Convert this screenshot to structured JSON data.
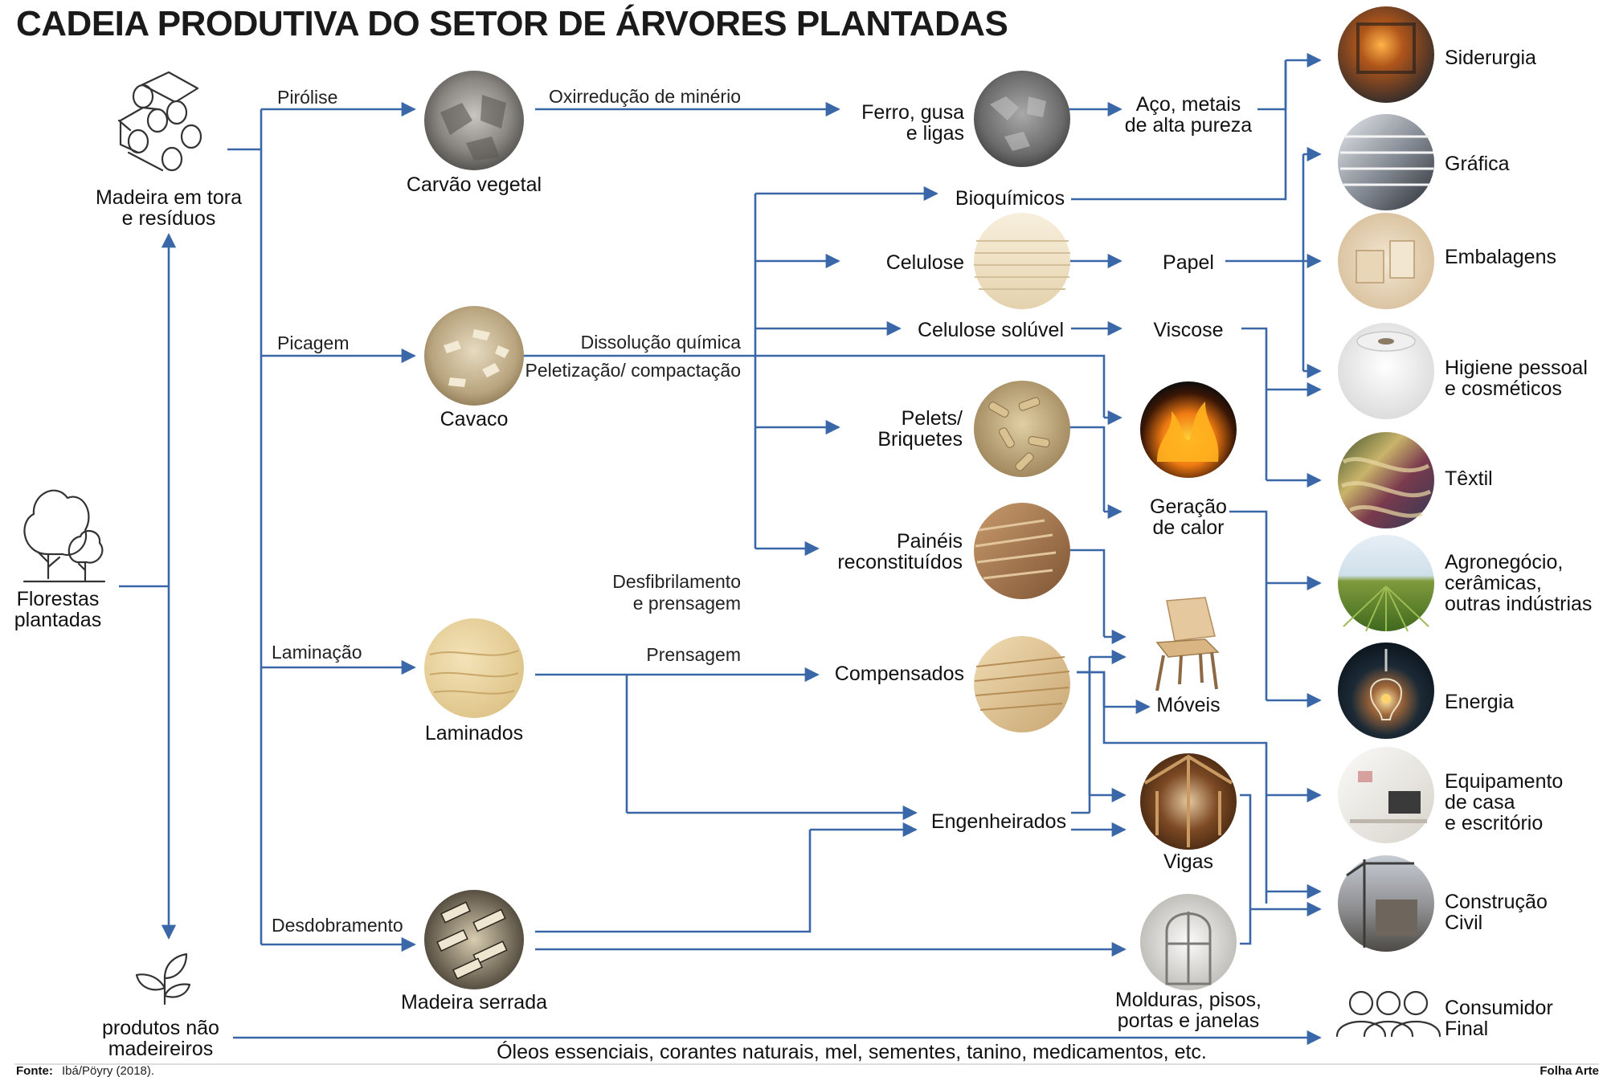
{
  "title": "CADEIA PRODUTIVA DO SETOR DE ÁRVORES PLANTADAS",
  "colors": {
    "arrow": "#3a67a8",
    "text": "#111111"
  },
  "sources": {
    "florestas": [
      "Florestas",
      "plantadas"
    ],
    "madeira": [
      "Madeira em tora",
      "e resíduos"
    ],
    "nao_madeireiros": [
      "produtos não",
      "madeireiros"
    ]
  },
  "processes": {
    "pirolise": "Pirólise",
    "picagem": "Picagem",
    "laminacao": "Laminação",
    "desdobramento": "Desdobramento",
    "oxirreducao": "Oxirredução de minério",
    "dissolucao": "Dissolução química",
    "peletizacao": "Peletização/ compactação",
    "desfibrilamento": [
      "Desfibrilamento",
      "e prensagem"
    ],
    "prensagem": "Prensagem"
  },
  "materials": {
    "carvao": "Carvão vegetal",
    "cavaco": "Cavaco",
    "laminados": "Laminados",
    "madeira_serrada": "Madeira serrada"
  },
  "products": {
    "ferro": [
      "Ferro, gusa",
      "e ligas"
    ],
    "aco": [
      "Aço, metais",
      "de alta pureza"
    ],
    "bioquimicos": "Bioquímicos",
    "celulose": "Celulose",
    "papel": "Papel",
    "celulose_soluvel": "Celulose solúvel",
    "viscose": "Viscose",
    "pelets": [
      "Pelets/",
      "Briquetes"
    ],
    "geracao": [
      "Geração",
      "de calor"
    ],
    "paineis": [
      "Painéis",
      "reconstituídos"
    ],
    "compensados": "Compensados",
    "moveis": "Móveis",
    "engenheirados": "Engenheirados",
    "vigas": "Vigas",
    "molduras": [
      "Molduras, pisos,",
      "portas e janelas"
    ]
  },
  "end_uses": [
    {
      "id": "siderurgia",
      "icon": "steel-mill-icon",
      "lines": [
        "Siderurgia"
      ]
    },
    {
      "id": "grafica",
      "icon": "printing-press-icon",
      "lines": [
        "Gráfica"
      ]
    },
    {
      "id": "embalagens",
      "icon": "packaging-icon",
      "lines": [
        "Embalagens"
      ]
    },
    {
      "id": "higiene",
      "icon": "toilet-paper-icon",
      "lines": [
        "Higiene pessoal",
        "e cosméticos"
      ]
    },
    {
      "id": "textil",
      "icon": "fabric-icon",
      "lines": [
        "Têxtil"
      ]
    },
    {
      "id": "agronegocio",
      "icon": "crop-field-icon",
      "lines": [
        "Agronegócio,",
        "cerâmicas,",
        "outras indústrias"
      ]
    },
    {
      "id": "energia",
      "icon": "light-bulb-icon",
      "lines": [
        "Energia"
      ]
    },
    {
      "id": "equipamento",
      "icon": "office-icon",
      "lines": [
        "Equipamento",
        "de casa",
        "e escritório"
      ]
    },
    {
      "id": "construcao",
      "icon": "construction-crane-icon",
      "lines": [
        "Construção",
        "Civil"
      ]
    },
    {
      "id": "consumidor",
      "icon": "people-icon",
      "lines": [
        "Consumidor",
        "Final"
      ]
    }
  ],
  "bottom_text": "Óleos essenciais, corantes naturais, mel, sementes, tanino, medicamentos, etc.",
  "footer": {
    "source_label": "Fonte:",
    "source_text": "Ibá/Pöyry (2018).",
    "credit": "Folha Arte"
  }
}
